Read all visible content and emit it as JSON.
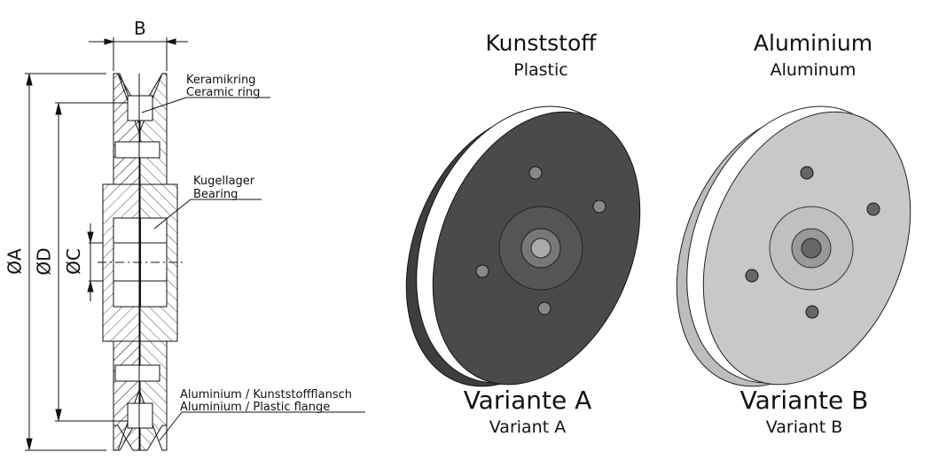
{
  "section_drawing": {
    "dim_B": "B",
    "dim_A": "ØA",
    "dim_D": "ØD",
    "dim_C": "ØC",
    "callouts": {
      "ceramic_de": "Keramikring",
      "ceramic_en": "Ceramic ring",
      "bearing_de": "Kugellager",
      "bearing_en": "Bearing",
      "flange_de": "Aluminium / Kunststoffflansch",
      "flange_en": "Aluminium / Plastic flange"
    }
  },
  "variant_a": {
    "material_de": "Kunststoff",
    "material_en": "Plastic",
    "name_de": "Variante A",
    "name_en": "Variant A",
    "color": "#4a4a4a"
  },
  "variant_b": {
    "material_de": "Aluminium",
    "material_en": "Aluminum",
    "name_de": "Variante B",
    "name_en": "Variant B",
    "color": "#c4c4c4"
  }
}
